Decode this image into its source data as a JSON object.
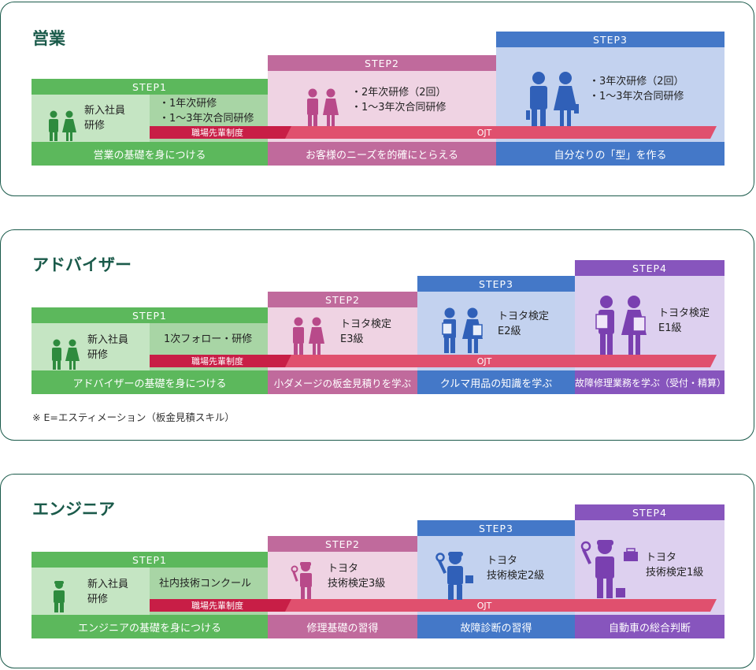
{
  "colors": {
    "panel_border": "#1a5a4a",
    "step1_header": "#5cb85c",
    "step1_body": "#c5e5c3",
    "step1_inner": "#a8d5a5",
    "step2_header": "#c06a9c",
    "step2_body": "#efd3e3",
    "step3_header": "#4478c8",
    "step3_body": "#c3d2ef",
    "step4_header": "#8755bd",
    "step4_body": "#ddd0ef",
    "ojt_band": "#e0506e",
    "shokuba_band": "#c81e46",
    "fig_green": "#2e8b3e",
    "fig_pink": "#b84a8a",
    "fig_blue": "#3060b8",
    "fig_purple": "#7a40b0"
  },
  "sales": {
    "title": "営業",
    "step1": {
      "label": "STEP1",
      "text_a": "新入社員\n研修",
      "text_b": "・1年次研修\n・1～3年次合同研修",
      "bottom": "営業の基礎を身につける"
    },
    "step2": {
      "label": "STEP2",
      "text": "・2年次研修（2回）\n・1～3年次合同研修",
      "bottom": "お客様のニーズを的確にとらえる"
    },
    "step3": {
      "label": "STEP3",
      "text": "・3年次研修（2回）\n・1～3年次合同研修",
      "bottom": "自分なりの「型」を作る"
    },
    "band_left": "職場先輩制度",
    "band_right": "OJT"
  },
  "advisor": {
    "title": "アドバイザー",
    "step1": {
      "label": "STEP1",
      "text_a": "新入社員\n研修",
      "text_b": "1次フォロー・研修",
      "bottom": "アドバイザーの基礎を身につける"
    },
    "step2": {
      "label": "STEP2",
      "text": "トヨタ検定\nE3級",
      "bottom": "小ダメージの板金見積りを学ぶ"
    },
    "step3": {
      "label": "STEP3",
      "text": "トヨタ検定\nE2級",
      "bottom": "クルマ用品の知識を学ぶ"
    },
    "step4": {
      "label": "STEP4",
      "text": "トヨタ検定\nE1級",
      "bottom": "故障修理業務を学ぶ（受付・精算）"
    },
    "band_left": "職場先輩制度",
    "band_right": "OJT",
    "note": "※ E=エスティメーション（板金見積スキル）"
  },
  "engineer": {
    "title": "エンジニア",
    "step1": {
      "label": "STEP1",
      "text_a": "新入社員\n研修",
      "text_b": "社内技術コンクール",
      "bottom": "エンジニアの基礎を身につける"
    },
    "step2": {
      "label": "STEP2",
      "text": "トヨタ\n技術検定3級",
      "bottom": "修理基礎の習得"
    },
    "step3": {
      "label": "STEP3",
      "text": "トヨタ\n技術検定2級",
      "bottom": "故障診断の習得"
    },
    "step4": {
      "label": "STEP4",
      "text": "トヨタ\n技術検定1級",
      "bottom": "自動車の総合判断"
    },
    "band_left": "職場先輩制度",
    "band_right": "OJT"
  }
}
